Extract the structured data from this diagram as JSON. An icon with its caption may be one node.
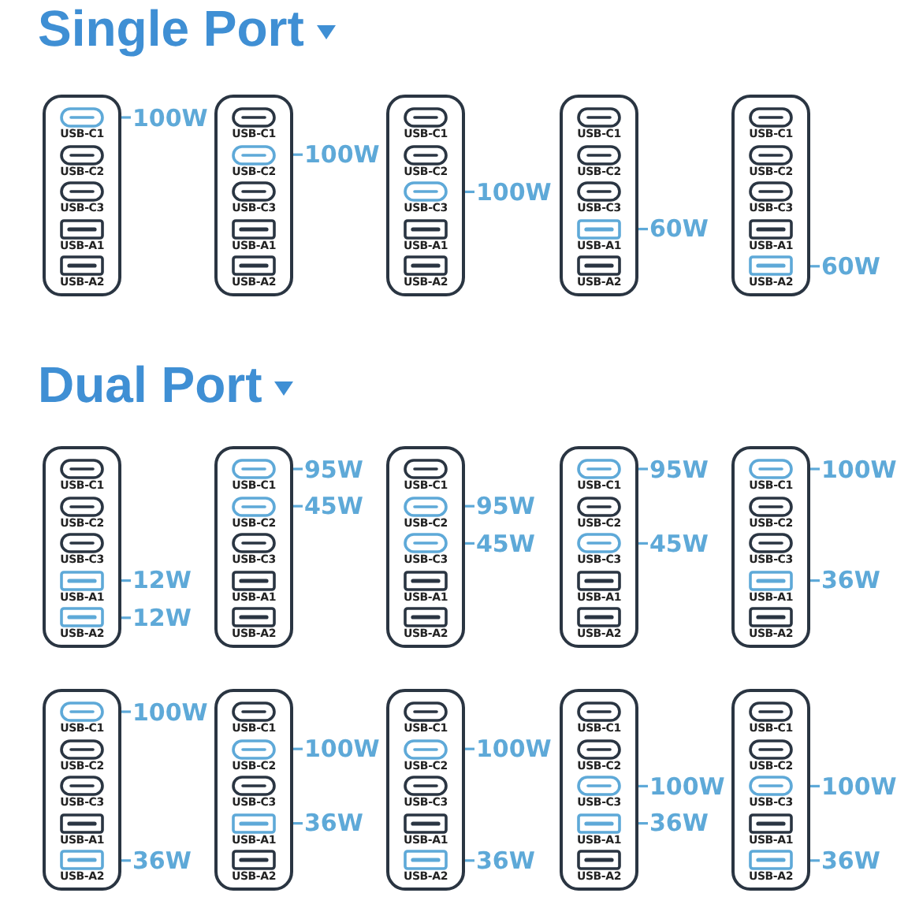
{
  "diagram": {
    "nodes": [
      {
        "text": [],
        "shape": "box"
      },
      {
        "text": [
          "USB-C1"
        ],
        "in": 0
      },
      {
        "text": [
          "USB-C2"
        ],
        "in": 0
      },
      {
        "text": [
          "USB-C3"
        ],
        "in": 0
      },
      {
        "text": [
          "USB-A1"
        ],
        "in": 0
      },
      {
        "text": [
          "USB-A2"
        ],
        "in": 0
      },
      {
        "text": [
          "100W"
        ]
      },
      {
        "text": [],
        "shape": "box"
      },
      {
        "text": [
          "USB-C1"
        ],
        "in": 7
      },
      {
        "text": [
          "USB-C2"
        ],
        "in": 7
      },
      {
        "text": [
          "USB-C3"
        ],
        "in": 7
      },
      {
        "text": [
          "USB-A1"
        ],
        "in": 7
      },
      {
        "text": [
          "USB-A2"
        ],
        "in": 7
      },
      {
        "text": [
          "100W"
        ]
      },
      {
        "text": [],
        "shape": "box"
      },
      {
        "text": [
          "USB-C1"
        ],
        "in": 14
      },
      {
        "text": [
          "USB-C2"
        ],
        "in": 14
      },
      {
        "text": [
          "USB-C3"
        ],
        "in": 14
      },
      {
        "text": [
          "USB-A1"
        ],
        "in": 14
      },
      {
        "text": [
          "USB-A2"
        ],
        "in": 14
      },
      {
        "text": [
          "100W"
        ]
      },
      {
        "text": [],
        "shape": "box"
      },
      {
        "text": [
          "USB-C1"
        ],
        "in": 21
      },
      {
        "text": [
          "USB-C2"
        ],
        "in": 21
      },
      {
        "text": [
          "USB-C3"
        ],
        "in": 21
      },
      {
        "text": [
          "USB-A1"
        ],
        "in": 21
      },
      {
        "text": [
          "USB-A2"
        ],
        "in": 21
      },
      {
        "text": [
          "60W"
        ]
      },
      {
        "text": [],
        "shape": "box"
      },
      {
        "text": [
          "USB-C1"
        ],
        "in": 28
      },
      {
        "text": [
          "USB-C2"
        ],
        "in": 28
      },
      {
        "text": [
          "USB-C3"
        ],
        "in": 28
      },
      {
        "text": [
          "USB-A1"
        ],
        "in": 28
      },
      {
        "text": [
          "USB-A2"
        ],
        "in": 28
      },
      {
        "text": [
          "60W"
        ]
      },
      {
        "text": [],
        "shape": "box"
      },
      {
        "text": [
          "USB-C1"
        ],
        "in": 35
      },
      {
        "text": [
          "USB-C2"
        ],
        "in": 35
      },
      {
        "text": [
          "USB-C3"
        ],
        "in": 35
      },
      {
        "text": [
          "USB-A1"
        ],
        "in": 35
      },
      {
        "text": [
          "USB-A2"
        ],
        "in": 35
      },
      {
        "text": [
          "12W"
        ]
      },
      {
        "text": [
          "12W"
        ]
      },
      {
        "text": [],
        "shape": "box"
      },
      {
        "text": [
          "USB-C1"
        ],
        "in": 43
      },
      {
        "text": [
          "USB-C2"
        ],
        "in": 43
      },
      {
        "text": [
          "USB-C3"
        ],
        "in": 43
      },
      {
        "text": [
          "USB-A1"
        ],
        "in": 43
      },
      {
        "text": [
          "USB-A2"
        ],
        "in": 43
      },
      {
        "text": [
          "95W"
        ]
      },
      {
        "text": [
          "45W"
        ]
      },
      {
        "text": [],
        "shape": "box"
      },
      {
        "text": [
          "USB-C1"
        ],
        "in": 51
      },
      {
        "text": [
          "USB-C2"
        ],
        "in": 51
      },
      {
        "text": [
          "USB-C3"
        ],
        "in": 51
      },
      {
        "text": [
          "USB-A1"
        ],
        "in": 51
      },
      {
        "text": [
          "USB-A2"
        ],
        "in": 51
      },
      {
        "text": [
          "95W"
        ]
      },
      {
        "text": [
          "45W"
        ]
      },
      {
        "text": [],
        "shape": "box"
      },
      {
        "text": [
          "USB-C1"
        ],
        "in": 59
      },
      {
        "text": [
          "USB-C2"
        ],
        "in": 59
      },
      {
        "text": [
          "USB-C3"
        ],
        "in": 59
      },
      {
        "text": [
          "USB-A1"
        ],
        "in": 59
      },
      {
        "text": [
          "USB-A2"
        ],
        "in": 59
      },
      {
        "text": [
          "95W"
        ]
      },
      {
        "text": [
          "45W"
        ]
      },
      {
        "text": [],
        "shape": "box"
      },
      {
        "text": [
          "USB-C1"
        ],
        "in": 67
      },
      {
        "text": [
          "USB-C2"
        ],
        "in": 67
      },
      {
        "text": [
          "USB-C3"
        ],
        "in": 67
      },
      {
        "text": [
          "USB-A1"
        ],
        "in": 67
      },
      {
        "text": [
          "USB-A2"
        ],
        "in": 67
      },
      {
        "text": [
          "100W"
        ]
      },
      {
        "text": [
          "36W"
        ]
      },
      {
        "text": [],
        "shape": "box"
      },
      {
        "text": [
          "USB-C1"
        ],
        "in": 75
      },
      {
        "text": [
          "USB-C2"
        ],
        "in": 75
      },
      {
        "text": [
          "USB-C3"
        ],
        "in": 75
      },
      {
        "text": [
          "USB-A1"
        ],
        "in": 75
      },
      {
        "text": [
          "USB-A2"
        ],
        "in": 75
      },
      {
        "text": [
          "100W"
        ]
      },
      {
        "text": [
          "36W"
        ]
      },
      {
        "text": [],
        "shape": "box"
      },
      {
        "text": [
          "USB-C1"
        ],
        "in": 83
      },
      {
        "text": [
          "USB-C2"
        ],
        "in": 83
      },
      {
        "text": [
          "USB-C3"
        ],
        "in": 83
      },
      {
        "text": [
          "USB-A1"
        ],
        "in": 83
      },
      {
        "text": [
          "USB-A2"
        ],
        "in": 83
      },
      {
        "text": [
          "100W"
        ]
      },
      {
        "text": [
          "36W"
        ]
      },
      {
        "text": [],
        "shape": "box"
      },
      {
        "text": [
          "USB-C1"
        ],
        "in": 91
      },
      {
        "text": [
          "USB-C2"
        ],
        "in": 91
      },
      {
        "text": [
          "USB-C3"
        ],
        "in": 91
      },
      {
        "text": [
          "USB-A1"
        ],
        "in": 91
      },
      {
        "text": [
          "USB-A2"
        ],
        "in": 91
      },
      {
        "text": [
          "100W"
        ]
      },
      {
        "text": [
          "36W"
        ]
      },
      {
        "text": [],
        "shape": "box"
      },
      {
        "text": [
          "USB-C1"
        ],
        "in": 99
      },
      {
        "text": [
          "USB-C2"
        ],
        "in": 99
      },
      {
        "text": [
          "USB-C3"
        ],
        "in": 99
      },
      {
        "text": [
          "USB-A1"
        ],
        "in": 99
      },
      {
        "text": [
          "USB-A2"
        ],
        "in": 99
      },
      {
        "text": [
          "100W"
        ]
      },
      {
        "text": [
          "36W"
        ]
      },
      {
        "text": [],
        "shape": "box"
      },
      {
        "text": [
          "USB-C1"
        ],
        "in": 107
      },
      {
        "text": [
          "USB-C2"
        ],
        "in": 107
      },
      {
        "text": [
          "USB-C3"
        ],
        "in": 107
      },
      {
        "text": [
          "USB-A1"
        ],
        "in": 107
      },
      {
        "text": [
          "USB-A2"
        ],
        "in": 107
      },
      {
        "text": [
          "100W"
        ]
      },
      {
        "text": [
          "36W"
        ]
      }
    ],
    "edges": [
      {
        "from": 6,
        "to": 1,
        "arrow": "none"
      },
      {
        "from": 13,
        "to": 9,
        "arrow": "none"
      },
      {
        "from": 20,
        "to": 17,
        "arrow": "none"
      },
      {
        "from": 27,
        "to": 25,
        "arrow": "none"
      },
      {
        "from": 34,
        "to": 33,
        "arrow": "none"
      },
      {
        "from": 41,
        "to": 39,
        "arrow": "none"
      },
      {
        "from": 42,
        "to": 40,
        "arrow": "none"
      },
      {
        "from": 49,
        "to": 44,
        "arrow": "none"
      },
      {
        "from": 50,
        "to": 45,
        "arrow": "none"
      },
      {
        "from": 57,
        "to": 53,
        "arrow": "none"
      },
      {
        "from": 58,
        "to": 54,
        "arrow": "none"
      },
      {
        "from": 65,
        "to": 60,
        "arrow": "none"
      },
      {
        "from": 66,
        "to": 62,
        "arrow": "none"
      },
      {
        "from": 73,
        "to": 68,
        "arrow": "none"
      },
      {
        "from": 74,
        "to": 71,
        "arrow": "none"
      },
      {
        "from": 81,
        "to": 76,
        "arrow": "none"
      },
      {
        "from": 82,
        "to": 80,
        "arrow": "none"
      },
      {
        "from": 89,
        "to": 85,
        "arrow": "none"
      },
      {
        "from": 90,
        "to": 87,
        "arrow": "none"
      },
      {
        "from": 97,
        "to": 93,
        "arrow": "none"
      },
      {
        "from": 98,
        "to": 96,
        "arrow": "none"
      },
      {
        "from": 105,
        "to": 102,
        "arrow": "none"
      },
      {
        "from": 106,
        "to": 103,
        "arrow": "none"
      },
      {
        "from": 113,
        "to": 110,
        "arrow": "none"
      },
      {
        "from": 114,
        "to": 112,
        "arrow": "none"
      }
    ],
    "labels": [
      "Single Port",
      "Dual Port"
    ]
  }
}
